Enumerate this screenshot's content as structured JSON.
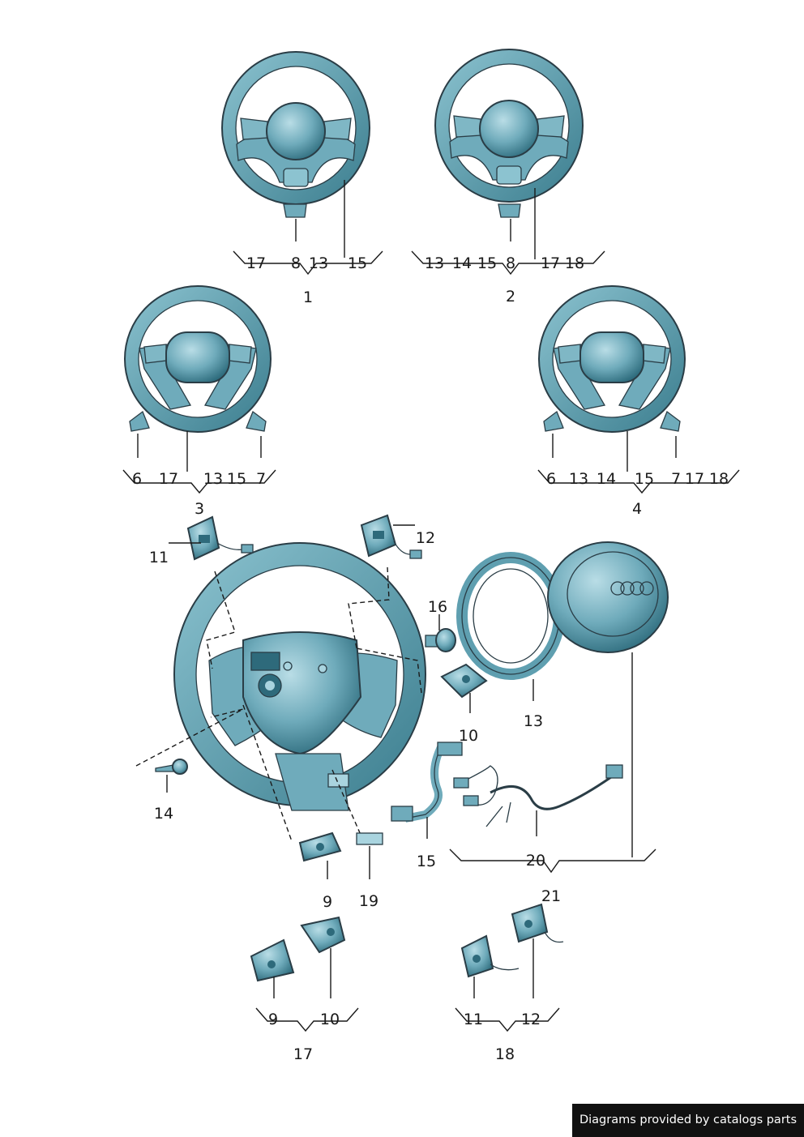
{
  "colors": {
    "part_fill": "#5f9fb0",
    "part_light": "#a9d4df",
    "part_dark": "#2e6a7b",
    "outline": "#2a3d46",
    "leader_line": "#1a1a1a",
    "credit_bg": "#111111",
    "credit_text": "#ffffff"
  },
  "groups": [
    {
      "id": "1",
      "labels": [
        "17",
        "8",
        "13",
        "15"
      ]
    },
    {
      "id": "2",
      "labels": [
        "13",
        "14",
        "15",
        "8",
        "17",
        "18"
      ]
    },
    {
      "id": "3",
      "labels": [
        "6",
        "17",
        "13",
        "15",
        "7"
      ]
    },
    {
      "id": "4",
      "labels": [
        "6",
        "13",
        "14",
        "15",
        "7",
        "17",
        "18"
      ]
    },
    {
      "id": "17",
      "labels": [
        "9",
        "10"
      ]
    },
    {
      "id": "18",
      "labels": [
        "11",
        "12"
      ]
    }
  ],
  "main_callouts": [
    "11",
    "12",
    "16",
    "10",
    "13",
    "14",
    "15",
    "20",
    "21",
    "9",
    "19"
  ],
  "credit": "Diagrams provided by catalogs parts"
}
